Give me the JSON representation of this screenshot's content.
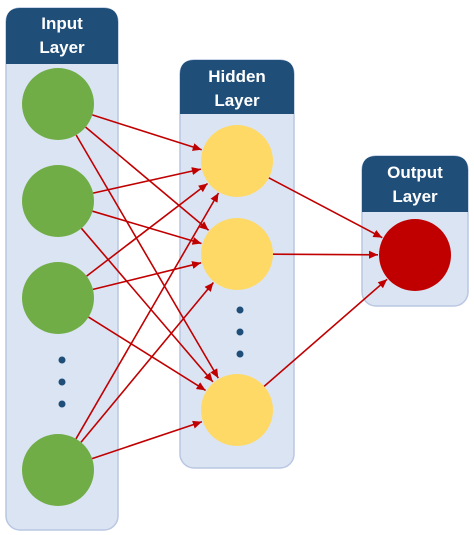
{
  "layers": {
    "input": {
      "title_line1": "Input",
      "title_line2": "Layer"
    },
    "hidden": {
      "title_line1": "Hidden",
      "title_line2": "Layer"
    },
    "output": {
      "title_line1": "Output",
      "title_line2": "Layer"
    }
  },
  "colors": {
    "header_fill": "#1f4e79",
    "panel_fill": "#dbe4f3",
    "panel_stroke": "#b9c7e2",
    "input_node": "#70ad47",
    "hidden_node": "#ffd966",
    "output_node": "#c00000",
    "edge": "#c00000",
    "ellipsis_dot": "#1f4e79"
  }
}
